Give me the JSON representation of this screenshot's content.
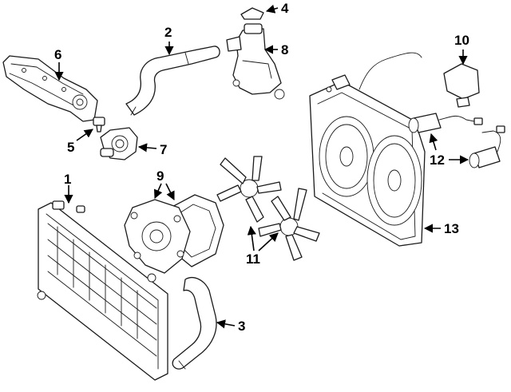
{
  "callouts": {
    "c1": "1",
    "c2": "2",
    "c3": "3",
    "c4": "4",
    "c5": "5",
    "c6": "6",
    "c7": "7",
    "c8": "8",
    "c9": "9",
    "c10": "10",
    "c11": "11",
    "c12": "12",
    "c13": "13"
  },
  "colors": {
    "ink": "#1a1a1a",
    "background": "#ffffff"
  }
}
